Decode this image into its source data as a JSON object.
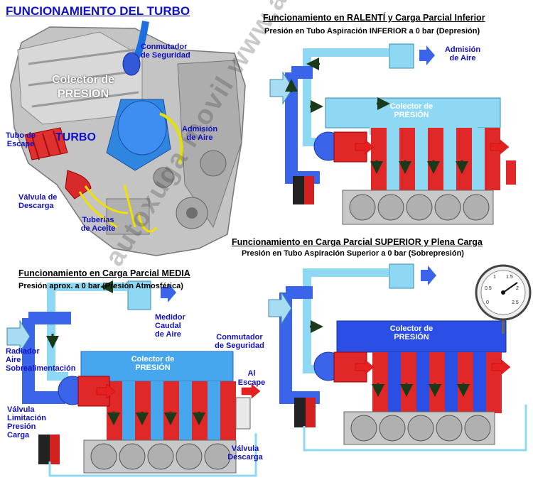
{
  "title": "FUNCIONAMIENTO DEL TURBO",
  "engine_photo": {
    "colector_line1": "Colector de",
    "colector_line2": "PRESION",
    "turbo": "TURBO",
    "conmutador_line1": "Conmutador",
    "conmutador_line2": "de Seguridad",
    "tubo_escape_line1": "Tubo de",
    "tubo_escape_line2": "Escape",
    "admision_line1": "Admisión",
    "admision_line2": "de Aire",
    "valvula_line1": "Válvula de",
    "valvula_line2": "Descarga",
    "tuberias_line1": "Tuberías",
    "tuberias_line2": "de Aceite"
  },
  "panel_ralenti": {
    "title": "Funcionamiento en RALENTÍ y Carga Parcial Inferior",
    "subtitle": "Presión en Tubo Aspiración INFERIOR a 0 bar (Depresión)",
    "admision_line1": "Admisión",
    "admision_line2": "de Aire",
    "colector_line1": "Colector de",
    "colector_line2": "PRESIÓN"
  },
  "panel_media": {
    "title": "Funcionamiento en Carga Parcial MEDIA",
    "subtitle": "Presión aprox. a 0 bar (Presión Atmosférica)",
    "medidor_line1": "Medidor",
    "medidor_line2": "Caudal",
    "medidor_line3": "de Aire",
    "conmutador_line1": "Conmutador",
    "conmutador_line2": "de Seguridad",
    "radiador_line1": "Radiador",
    "radiador_line2": "Aire",
    "radiador_line3": "Sobrealimentación",
    "colector_line1": "Colector de",
    "colector_line2": "PRESIÓN",
    "escape_line1": "Al",
    "escape_line2": "Escape",
    "limitacion_line1": "Válvula",
    "limitacion_line2": "Limitación",
    "limitacion_line3": "Presión",
    "limitacion_line4": "Carga",
    "descarga_line1": "Válvula",
    "descarga_line2": "Descarga"
  },
  "panel_superior": {
    "title": "Funcionamiento en Carga Parcial SUPERIOR y Plena Carga",
    "subtitle": "Presión en Tubo Aspiración Superior a 0 bar (Sobrepresión)",
    "colector_line1": "Colector de",
    "colector_line2": "PRESIÓN",
    "gauge_ticks": [
      "0",
      "0.5",
      "1",
      "1.5",
      "2",
      "2.5"
    ]
  },
  "watermark": "autoxuga movil www.autoxuga.com",
  "colors": {
    "title_blue": "#1010d0",
    "label_blue": "#1010c0",
    "pipe_light": "#7fd0f0",
    "pipe_dark": "#2050e0",
    "exhaust_red": "#e02020",
    "engine_gray": "#b8b8b8"
  }
}
